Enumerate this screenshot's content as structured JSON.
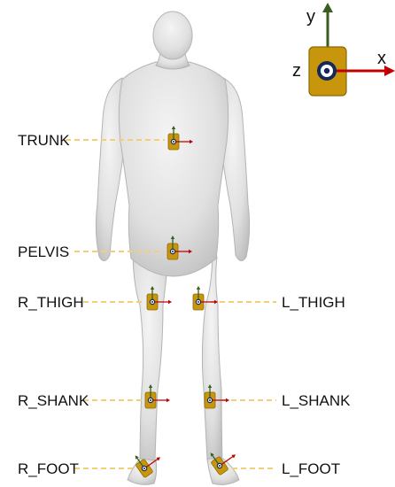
{
  "axis_legend": {
    "x_label": "x",
    "y_label": "y",
    "z_label": "z"
  },
  "colors": {
    "sensor_fill": "#c8960c",
    "sensor_stroke": "#8a6a00",
    "x_axis": "#c00000",
    "y_axis": "#3a5e1e",
    "z_marker": "#14285a",
    "leader_line": "#f4cf7a",
    "body_fill": "#e2e2e2",
    "body_shade": "#c9c9c9",
    "label_text": "#111111"
  },
  "sensors": [
    {
      "id": "trunk",
      "label": "TRUNK"
    },
    {
      "id": "pelvis",
      "label": "PELVIS"
    },
    {
      "id": "r_thigh",
      "label": "R_THIGH"
    },
    {
      "id": "l_thigh",
      "label": "L_THIGH"
    },
    {
      "id": "r_shank",
      "label": "R_SHANK"
    },
    {
      "id": "l_shank",
      "label": "L_SHANK"
    },
    {
      "id": "r_foot",
      "label": "R_FOOT"
    },
    {
      "id": "l_foot",
      "label": "L_FOOT"
    }
  ]
}
